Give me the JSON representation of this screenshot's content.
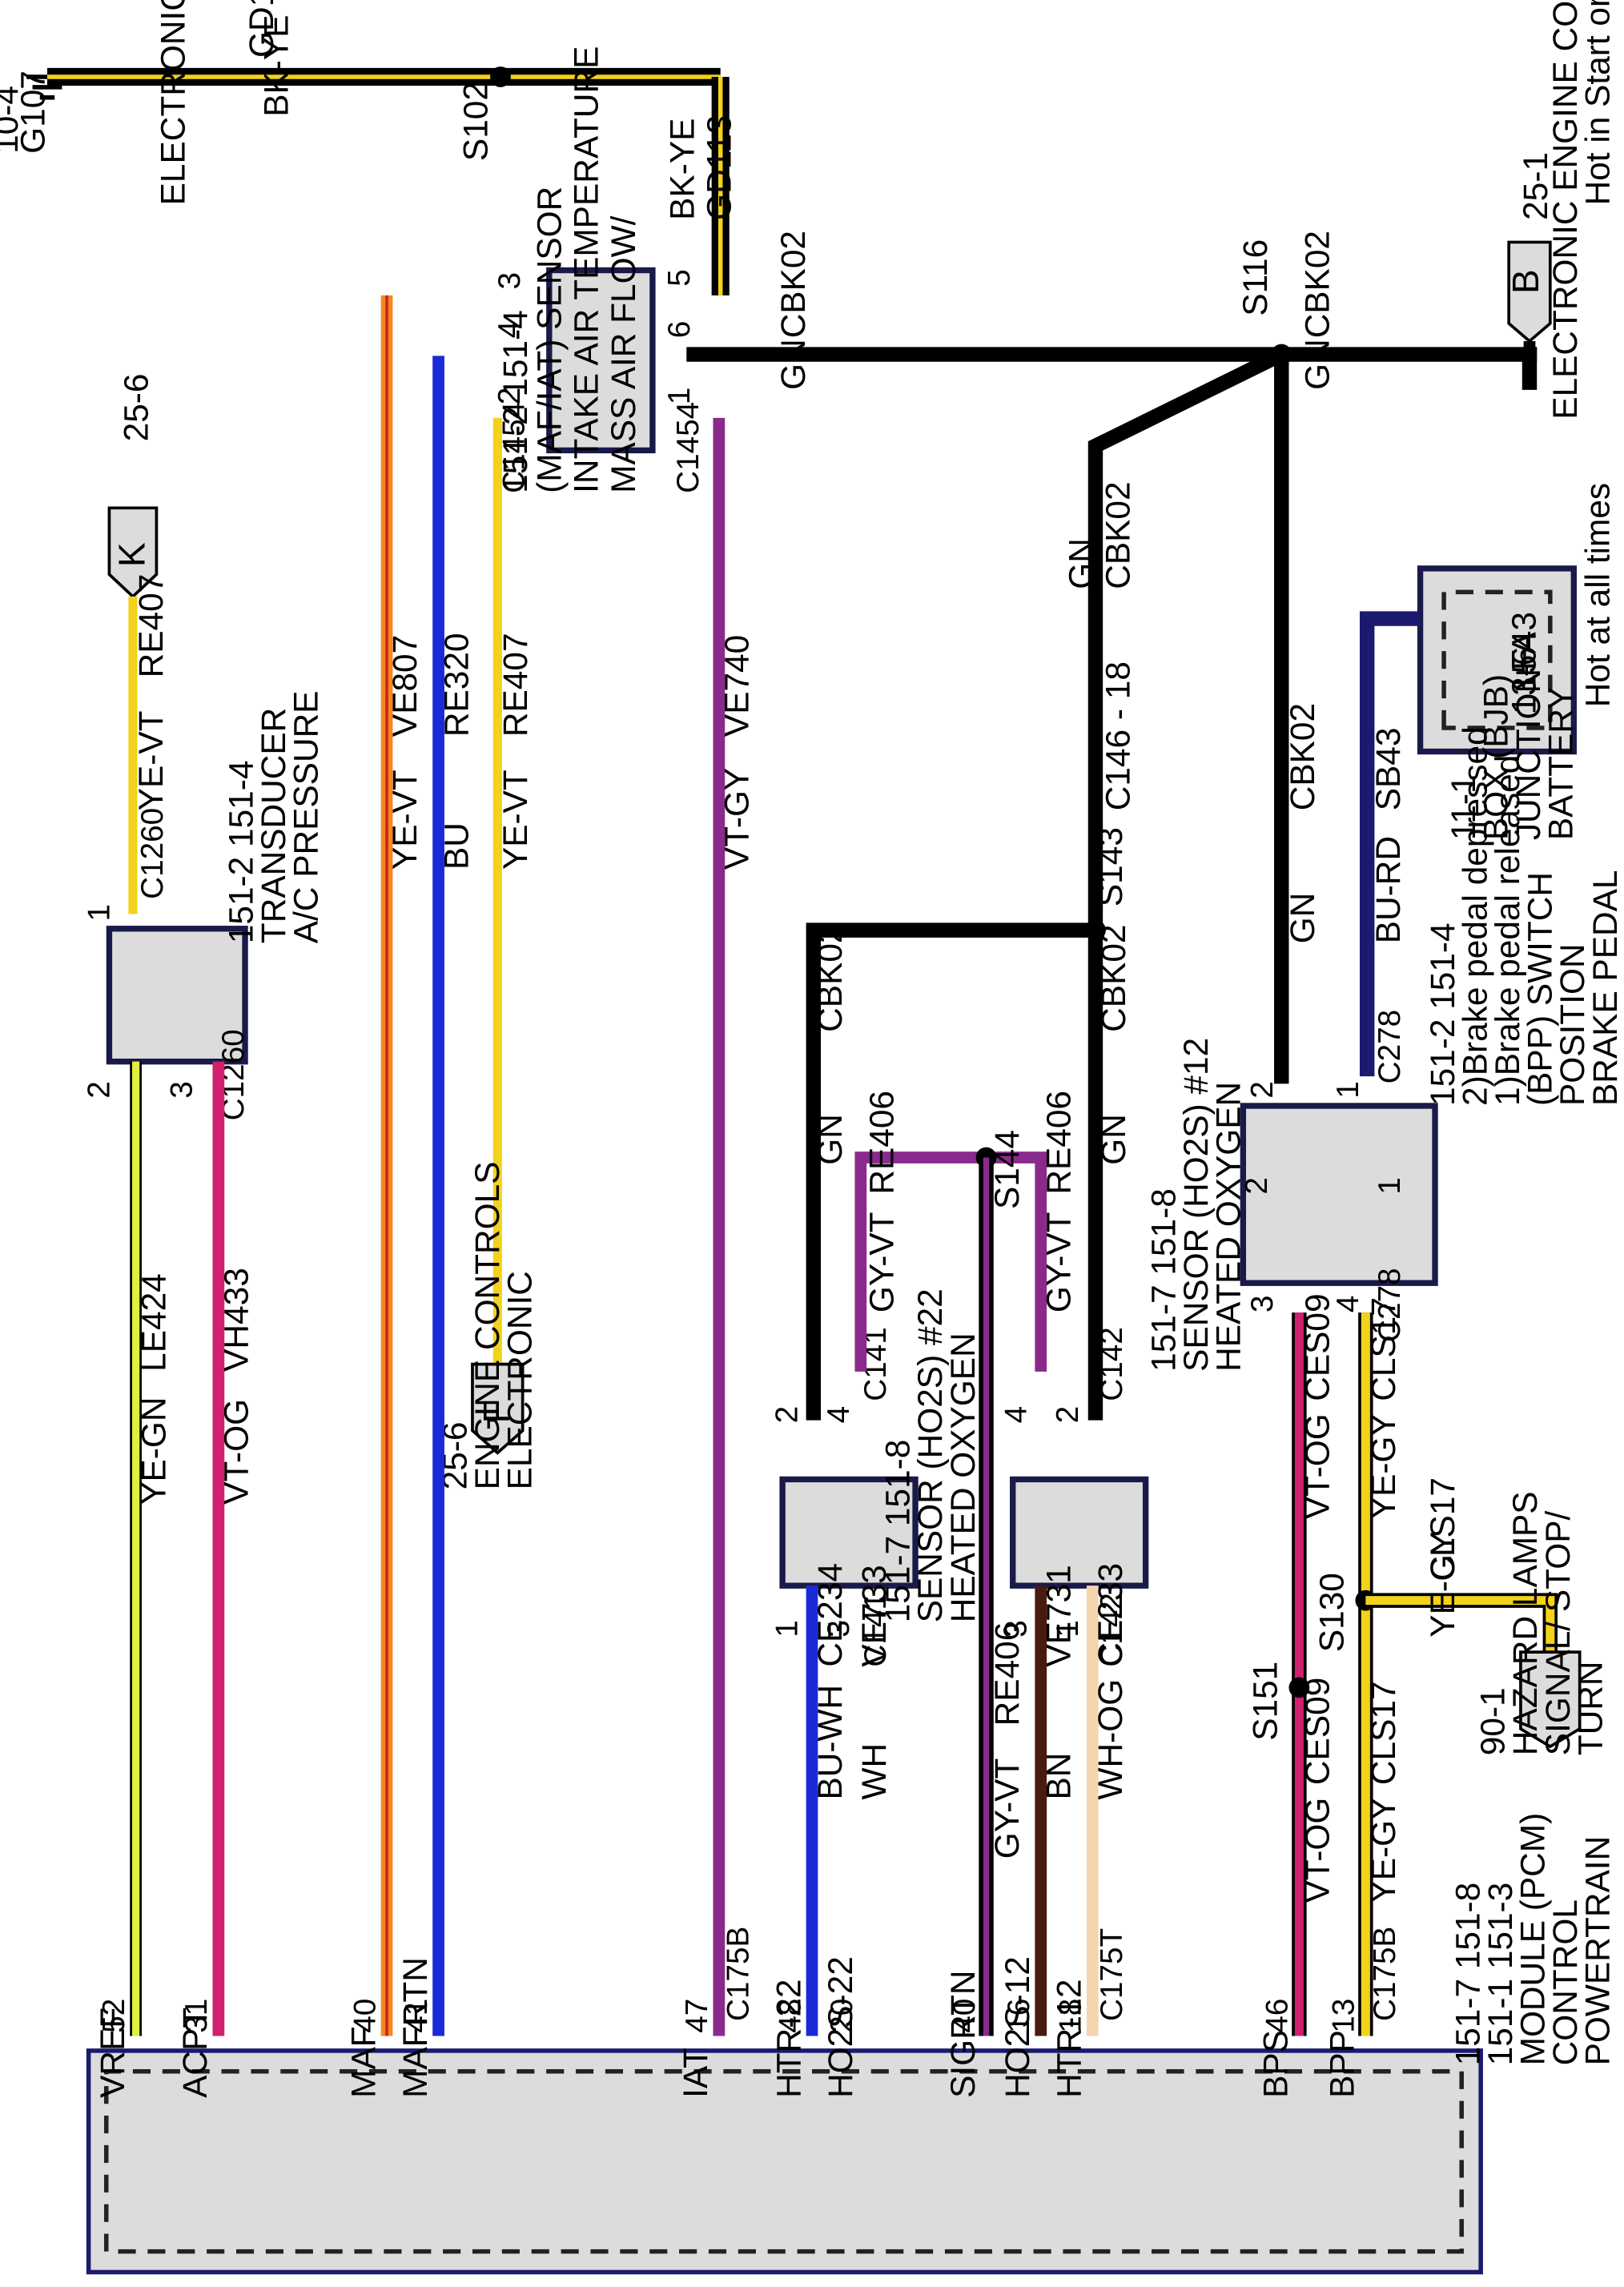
{
  "ground": {
    "id": "G107",
    "page": "10-4"
  },
  "splices": {
    "s102": "S102",
    "s116": "S116",
    "s143": "S143",
    "s144": "S144",
    "s130": "S130",
    "s151": "S151"
  },
  "wires": {
    "gd113_top": {
      "circuit": "GD113",
      "color": "BK-YE"
    },
    "gd113_vert": {
      "circuit": "GD113",
      "color": "BK-YE"
    },
    "cbk02_h1": {
      "circuit": "CBK02",
      "color": "GN"
    },
    "cbk02_h2": {
      "circuit": "CBK02",
      "color": "GN"
    },
    "cbk02_diag": {
      "circuit": "CBK02",
      "color": "GN"
    },
    "cbk02_bpp": {
      "circuit": "CBK02",
      "color": "GN"
    },
    "cbk02_s143_left": {
      "circuit": "CBK02",
      "color": "GN"
    },
    "cbk02_s143_right": {
      "circuit": "CBK02",
      "color": "GN"
    },
    "sb43": {
      "circuit": "SB43",
      "color": "BU-RD"
    },
    "re407_k": {
      "circuit": "RE407",
      "color": "YE-VT"
    },
    "re407_f": {
      "circuit": "RE407",
      "color": "YE-VT"
    },
    "ve807": {
      "circuit": "VE807",
      "color": "YE-VT"
    },
    "re320": {
      "circuit": "RE320",
      "color": "BU"
    },
    "ve740": {
      "circuit": "VE740",
      "color": "VT-GY"
    },
    "re406_a": {
      "circuit": "RE406",
      "color": "GY-VT"
    },
    "re406_b": {
      "circuit": "RE406",
      "color": "GY-VT"
    },
    "re406_c": {
      "circuit": "RE406",
      "color": "GY-VT"
    },
    "vh433": {
      "circuit": "VH433",
      "color": "VT-OG"
    },
    "le424": {
      "circuit": "LE424",
      "color": "YE-GN"
    },
    "ces09_a": {
      "circuit": "CES09",
      "color": "VT-OG"
    },
    "ces09_b": {
      "circuit": "CES09",
      "color": "VT-OG"
    },
    "cls17_a": {
      "circuit": "CLS17",
      "color": "YE-GY"
    },
    "cls17_b": {
      "circuit": "CLS17",
      "color": "YE-GY"
    },
    "cls17_c": {
      "circuit": "CLS17",
      "color": "YE-GY"
    },
    "ve733": {
      "circuit": "VE733",
      "color": "WH"
    },
    "ce234": {
      "circuit": "CE234",
      "color": "BU-WH"
    },
    "ve731": {
      "circuit": "VE731",
      "color": "BN"
    },
    "ce233": {
      "circuit": "CE233",
      "color": "WH-OG"
    }
  },
  "connectors": {
    "c1454a": "C1454",
    "c1454b": "C1454",
    "c1260a": "C1260",
    "c1260b": "C1260",
    "c146": "C146 - 18",
    "c278a": "C278",
    "c278b": "C278",
    "c141a": "C141",
    "c141b": "C141",
    "c142a": "C142",
    "c142b": "C142",
    "c175b_a": "C175B",
    "c175b_b": "C175B",
    "c175t": "C175T"
  },
  "components": {
    "maf": {
      "lines": [
        "MASS AIR FLOW/",
        "INTAKE AIR TEMPERATURE",
        "(MAF/IAT) SENSOR",
        "151-2   151-4"
      ]
    },
    "bjb": {
      "lines": [
        "BATTERY",
        "JUNCTION",
        "BOX (BJB)",
        "11-1"
      ],
      "fuse": [
        "F43",
        "15A",
        "13-6"
      ],
      "hot": "Hot at all times"
    },
    "bpp": {
      "lines": [
        "BRAKE PEDAL",
        "POSITION",
        "(BPP) SWITCH",
        "1)Brake pedal released",
        "2)Brake pedal depressed",
        "151-2   151-4"
      ]
    },
    "ac": {
      "lines": [
        "A/C PRESSURE",
        "TRANSDUCER",
        "151-2   151-4"
      ]
    },
    "ho2s22": {
      "lines": [
        "HEATED OXYGEN",
        "SENSOR (HO2S) #22",
        "151-7   151-8"
      ]
    },
    "ho2s12": {
      "lines": [
        "HEATED OXYGEN",
        "SENSOR (HO2S) #12",
        "151-7   151-8"
      ]
    },
    "pcm": {
      "lines": [
        "POWERTRAIN",
        "CONTROL",
        "MODULE (PCM)",
        "151-1   151-3",
        "151-7   151-8"
      ]
    }
  },
  "refs": {
    "b": {
      "letter": "B",
      "lines": [
        "Hot in Start or Run",
        "ELECTRONIC ENGINE CONTROLS",
        "25-1"
      ]
    },
    "k": {
      "letter": "K",
      "lines": [
        "ELECTRONIC ENGINE CONTROLS",
        "25-6"
      ]
    },
    "f": {
      "letter": "F",
      "lines": [
        "ELECTRONIC",
        "ENGINE CONTROLS",
        "25-6"
      ]
    },
    "turn": {
      "lines": [
        "TURN",
        "SIGNAL/ STOP/",
        "HAZARD LAMPS",
        "90-1"
      ]
    }
  },
  "pcm_pins": [
    {
      "num": "52",
      "name": "VREF"
    },
    {
      "num": "31",
      "name": "ACPT"
    },
    {
      "num": "40",
      "name": "MAF"
    },
    {
      "num": "41",
      "name": "MAFRTN"
    },
    {
      "num": "47",
      "name": "IAT"
    },
    {
      "num": "48",
      "name": "HTR-22"
    },
    {
      "num": "20",
      "name": "HO2S-22"
    },
    {
      "num": "40",
      "name": "SIGRTN"
    },
    {
      "num": "16",
      "name": "HO2S-12"
    },
    {
      "num": "18",
      "name": "HTR-12"
    },
    {
      "num": "46",
      "name": "BPS"
    },
    {
      "num": "13",
      "name": "BPP"
    }
  ],
  "pins": {
    "maf3": "3",
    "maf4": "4",
    "maf2": "2",
    "maf5": "5",
    "maf6": "6",
    "maf1": "1",
    "ac1": "1",
    "ac2": "2",
    "ac3": "3",
    "bpp1": "1",
    "bpp2": "2",
    "bpp3": "3",
    "bpp4": "4",
    "bppsw1": "1",
    "bppsw2": "2",
    "h22_2": "2",
    "h22_4": "4",
    "h22_1": "1",
    "h22_3": "3",
    "h12_4": "4",
    "h12_2": "2",
    "h12_3": "3",
    "h12_1": "1"
  },
  "colors": {
    "black": "#000000",
    "yellow": "#f2d21a",
    "purple": "#8a2a8c",
    "blue": "#1a2ad8",
    "navy": "#1a1a6e",
    "magenta": "#d0206e",
    "red": "#d42020",
    "brown": "#4a1a10",
    "orange": "#f08a20",
    "green": "#9ad23a",
    "wire_white": "#f5f5f5",
    "box": "#dcdcdc"
  }
}
